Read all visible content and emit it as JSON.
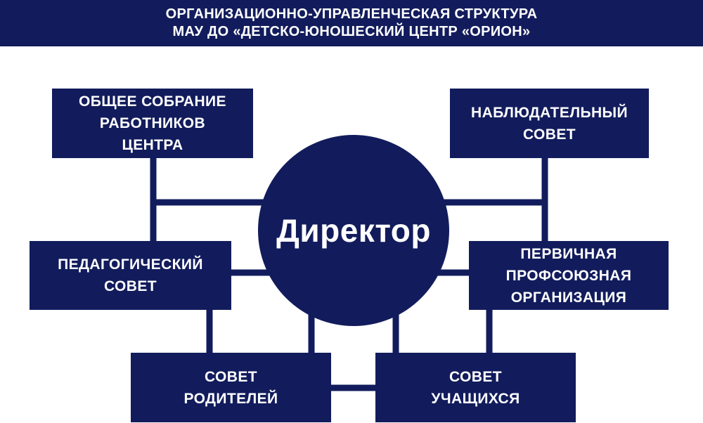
{
  "header": {
    "title_line1": "ОРГАНИЗАЦИОННО-УПРАВЛЕНЧЕСКАЯ СТРУКТУРА",
    "title_line2": "МАУ ДО «ДЕТСКО-ЮНОШЕСКИЙ ЦЕНТР «ОРИОН»"
  },
  "center": {
    "label": "Директор"
  },
  "nodes": {
    "general_meeting": {
      "lines": [
        "ОБЩЕЕ СОБРАНИЕ",
        "РАБОТНИКОВ",
        "ЦЕНТРА"
      ]
    },
    "supervisory_board": {
      "lines": [
        "НАБЛЮДАТЕЛЬНЫЙ",
        "СОВЕТ"
      ]
    },
    "pedagogical_council": {
      "lines": [
        "ПЕДАГОГИЧЕСКИЙ",
        "СОВЕТ"
      ]
    },
    "trade_union": {
      "lines": [
        "ПЕРВИЧНАЯ",
        "ПРОФСОЮЗНАЯ",
        "ОРГАНИЗАЦИЯ"
      ]
    },
    "parents_council": {
      "lines": [
        "СОВЕТ",
        "РОДИТЕЛЕЙ"
      ]
    },
    "students_council": {
      "lines": [
        "СОВЕТ",
        "УЧАЩИХСЯ"
      ]
    }
  },
  "colors": {
    "primary": "#121c5c",
    "text": "#ffffff",
    "background": "#ffffff"
  }
}
